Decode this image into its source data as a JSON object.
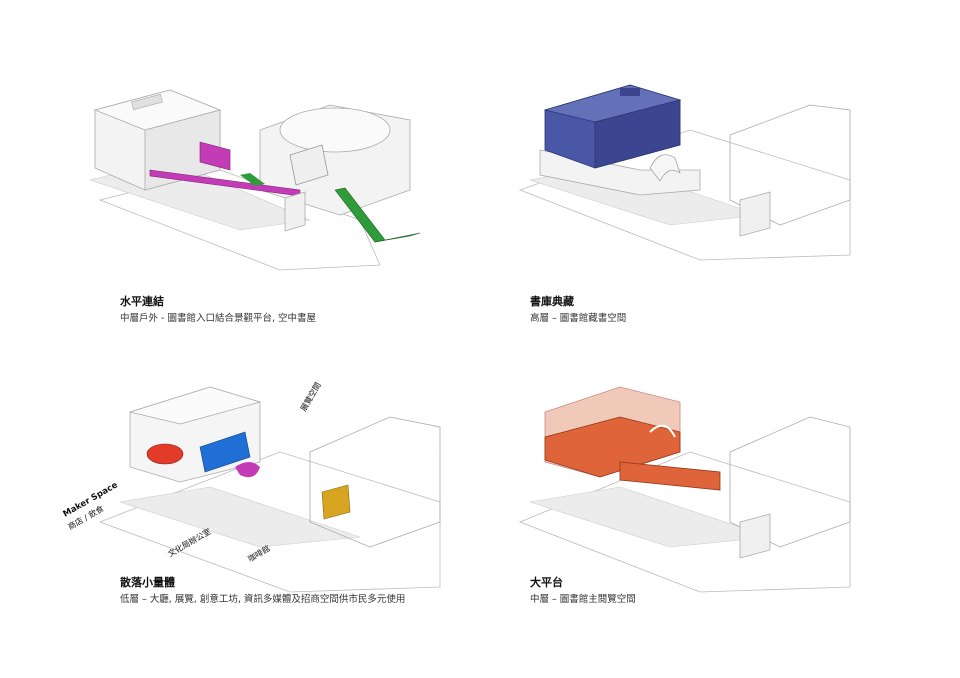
{
  "panels": [
    {
      "title": "水平連結",
      "desc": "中層戶外 - 圖書館入口結合景觀平台, 空中書屋"
    },
    {
      "title": "書庫典藏",
      "desc": "高層 – 圖書館藏書空間"
    },
    {
      "title": "散落小量體",
      "desc": "低層 – 大廳, 展覽, 創意工坊, 資訊多媒體及招商空間供市民多元使用",
      "labels": {
        "maker": "Maker Space",
        "shop": "商店 / 飲食",
        "office": "文化局辦公室",
        "cafe": "咖啡館",
        "exhibit": "展覽空間"
      }
    },
    {
      "title": "大平台",
      "desc": "中層 – 圖書館主閱覽空間"
    }
  ],
  "colors": {
    "magenta": "#c43bb8",
    "green": "#2e9c3a",
    "blue": "#4a56a6",
    "red": "#e33b2a",
    "bright_blue": "#1f6fd6",
    "gold": "#d8a520",
    "orange": "#e0643a"
  }
}
